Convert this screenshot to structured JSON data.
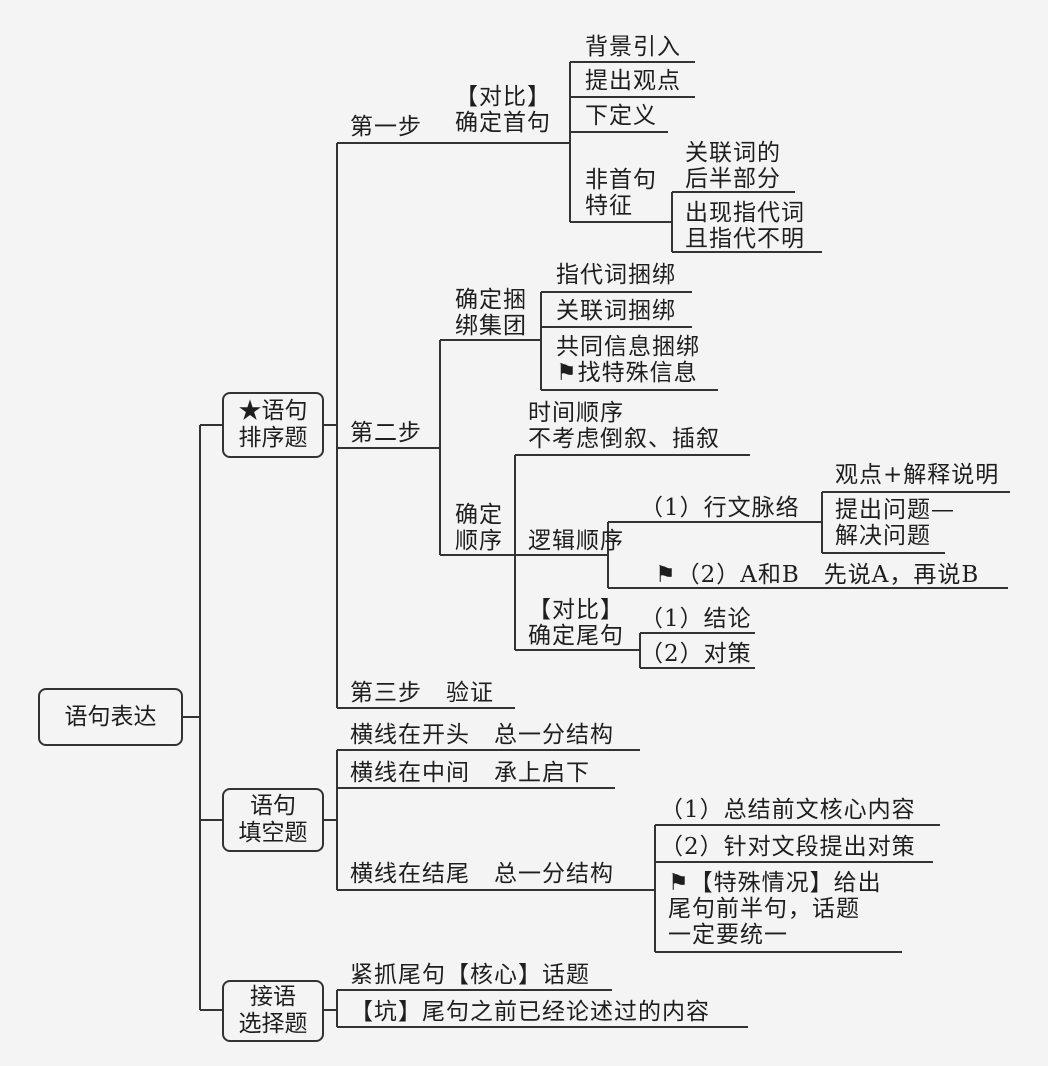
{
  "root": "语句表达",
  "branches": {
    "sort": {
      "label": "★语句\n排序题",
      "step1": {
        "label": "第一步",
        "sub": "【对比】\n确定首句",
        "items": [
          "背景引入",
          "提出观点",
          "下定义"
        ],
        "non_first": {
          "label": "非首句\n特征",
          "items": [
            "关联词的\n后半部分",
            "出现指代词\n且指代不明"
          ]
        }
      },
      "step2": {
        "label": "第二步",
        "bundle": {
          "label": "确定捆\n绑集团",
          "items": [
            "指代词捆绑",
            "关联词捆绑",
            "共同信息捆绑\n⚑找特殊信息"
          ]
        },
        "order": {
          "label": "确定\n顺序",
          "time": "时间顺序\n不考虑倒叙、插叙",
          "logic": {
            "label": "逻辑顺序",
            "flow": "（1）行文脉络",
            "flow_items": [
              "观点+解释说明",
              "提出问题—\n解决问题"
            ],
            "ab": "⚑（2）A和B　先说A，再说B"
          },
          "ending": {
            "label": "【对比】\n确定尾句",
            "items": [
              "（1）结论",
              "（2）对策"
            ]
          }
        }
      },
      "step3": "第三步　验证"
    },
    "fill": {
      "label": "语句\n填空题",
      "items": [
        "横线在开头　总一分结构",
        "横线在中间　承上启下",
        "横线在结尾　总一分结构"
      ],
      "end_items": [
        "（1）总结前文核心内容",
        "（2）针对文段提出对策",
        "⚑【特殊情况】给出\n尾句前半句，话题\n一定要统一"
      ]
    },
    "choose": {
      "label": "接语\n选择题",
      "items": [
        "紧抓尾句【核心】话题",
        "【坑】尾句之前已经论述过的内容"
      ]
    }
  }
}
